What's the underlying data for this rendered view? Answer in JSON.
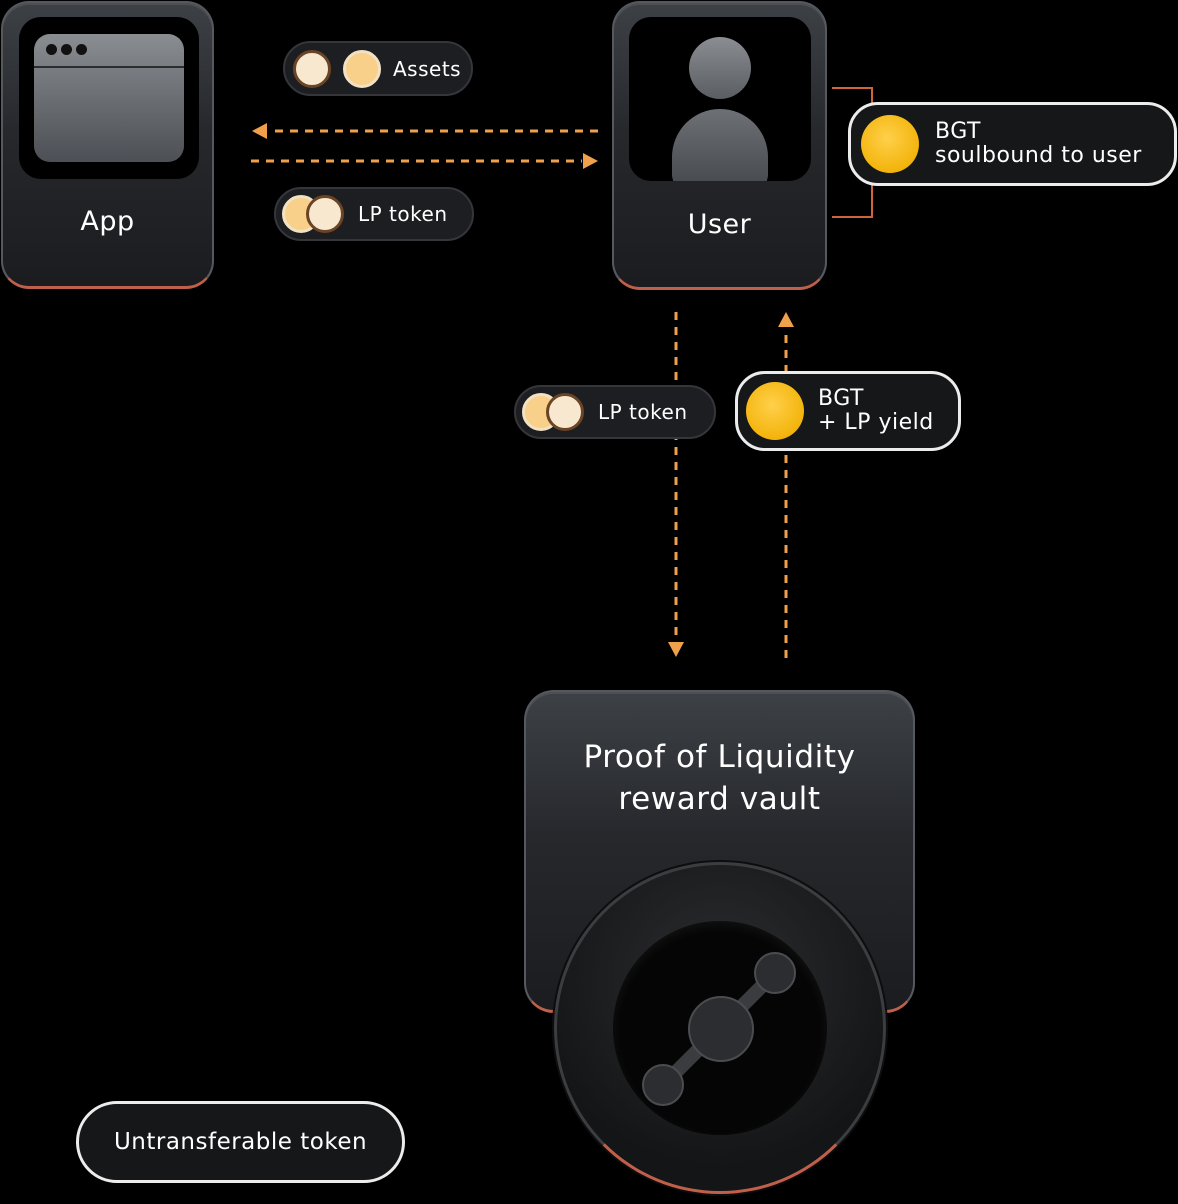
{
  "app": {
    "label": "App"
  },
  "user": {
    "label": "User"
  },
  "pills": {
    "assets": "Assets",
    "lp_token_top": "LP token",
    "lp_token_mid": "LP token",
    "bgt_soulbound_line1": "BGT",
    "bgt_soulbound_line2": "soulbound to user",
    "bgt_yield_line1": "BGT",
    "bgt_yield_line2": "+ LP yield"
  },
  "vault": {
    "line1": "Proof of Liquidity",
    "line2": "reward vault"
  },
  "legend": {
    "untransferable": "Untransferable token"
  },
  "colors": {
    "arrow": "#f0a04b",
    "bgt_coin": "#f3b40c",
    "card_accent": "#c0604a"
  }
}
